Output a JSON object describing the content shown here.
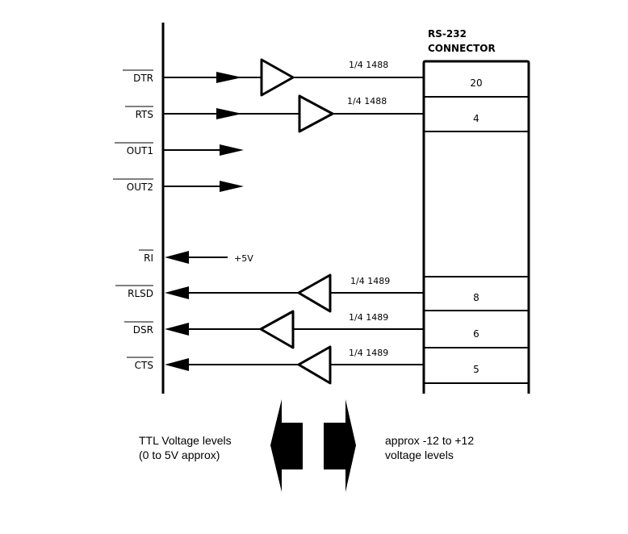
{
  "connector": {
    "title_line1": "RS-232",
    "title_line2": "CONNECTOR"
  },
  "outputs": [
    {
      "label": "DTR",
      "chip": "1/4 1488",
      "pin": "20",
      "has_driver": true
    },
    {
      "label": "RTS",
      "chip": "1/4 1488",
      "pin": "4",
      "has_driver": true
    },
    {
      "label": "OUT1",
      "chip": "",
      "pin": "",
      "has_driver": false
    },
    {
      "label": "OUT2",
      "chip": "",
      "pin": "",
      "has_driver": false
    }
  ],
  "ri": {
    "label": "RI",
    "source": "+5V"
  },
  "inputs": [
    {
      "label": "RLSD",
      "chip": "1/4 1489",
      "pin": "8"
    },
    {
      "label": "DSR",
      "chip": "1/4 1489",
      "pin": "6"
    },
    {
      "label": "CTS",
      "chip": "1/4 1489",
      "pin": "5"
    }
  ],
  "legend": {
    "left_line1": "TTL Voltage levels",
    "left_line2": "(0 to 5V approx)",
    "right_line1": "approx -12 to +12",
    "right_line2": "voltage levels"
  }
}
